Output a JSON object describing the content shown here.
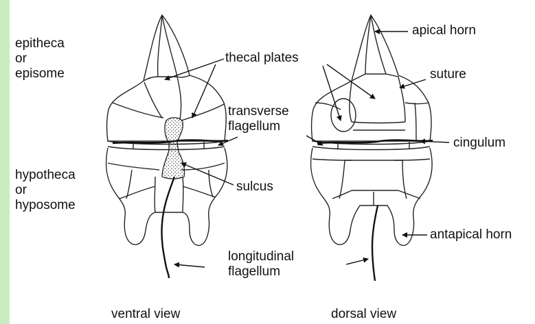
{
  "labels": {
    "epitheca": [
      "epitheca",
      "or",
      "episome"
    ],
    "hypotheca": [
      "hypotheca",
      "or",
      "hyposome"
    ],
    "thecal_plates": "thecal plates",
    "transverse_flagellum": [
      "transverse",
      "flagellum"
    ],
    "sulcus": "sulcus",
    "longitudinal_flagellum": [
      "longitudinal",
      "flagellum"
    ],
    "apical_horn": "apical horn",
    "suture": "suture",
    "cingulum": "cingulum",
    "antapical_horn": "antapical horn"
  },
  "captions": {
    "ventral": "ventral view",
    "dorsal": "dorsal view"
  },
  "colors": {
    "frame": "#c9ecc0",
    "background": "#ffffff",
    "ink": "#111111"
  }
}
